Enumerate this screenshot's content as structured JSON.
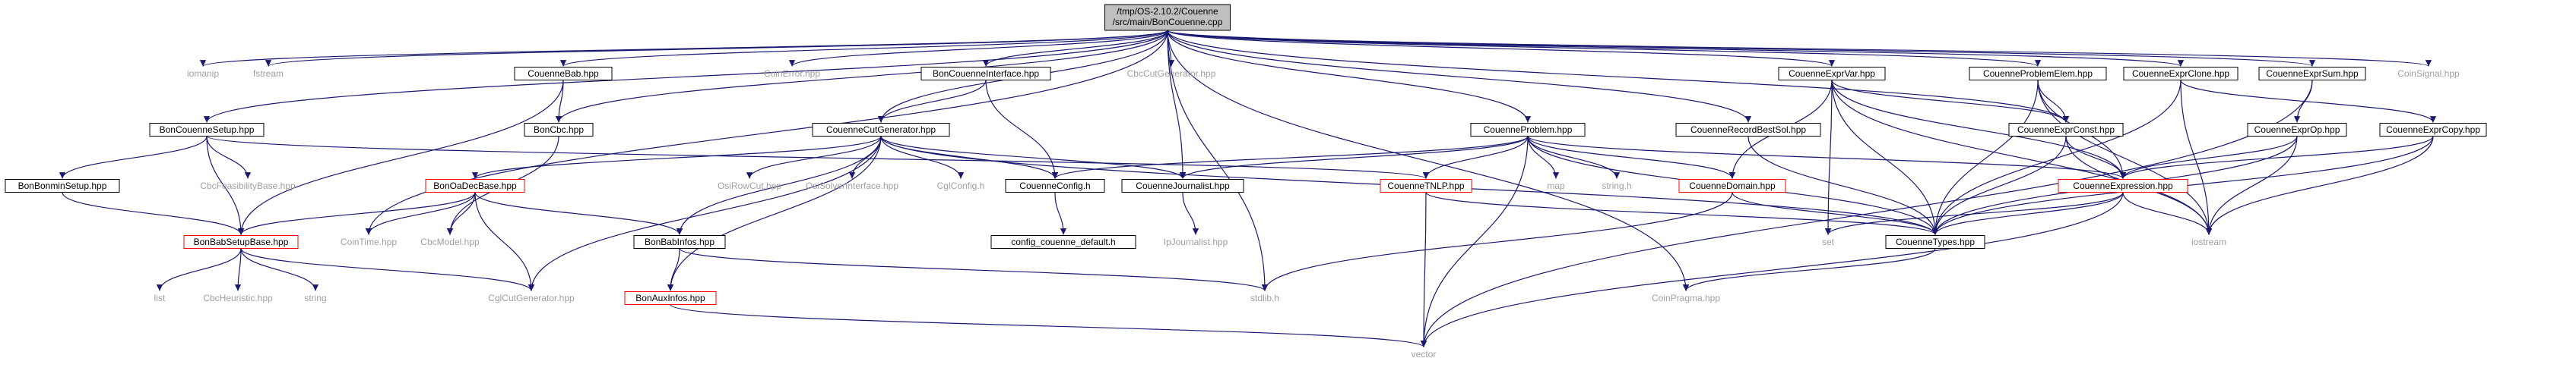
{
  "graph": {
    "root": {
      "line1": "/tmp/OS-2.10.2/Couenne",
      "line2": "/src/main/BonCouenne.cpp"
    },
    "nodes": {
      "iomanip": "iomanip",
      "fstream": "fstream",
      "BonCouenneSetup": "BonCouenneSetup.hpp",
      "CouenneBab": "CouenneBab.hpp",
      "CoinError": "CoinError.hpp",
      "BonCouenneInterface": "BonCouenneInterface.hpp",
      "CbcCutGenerator": "CbcCutGenerator.hpp",
      "CouenneExprVar": "CouenneExprVar.hpp",
      "CouenneProblemElem": "CouenneProblemElem.hpp",
      "CouenneExprClone": "CouenneExprClone.hpp",
      "CouenneExprSum": "CouenneExprSum.hpp",
      "CoinSignal": "CoinSignal.hpp",
      "BonCbc": "BonCbc.hpp",
      "CouenneCutGenerator": "CouenneCutGenerator.hpp",
      "CouenneProblem": "CouenneProblem.hpp",
      "CouenneRecordBestSol": "CouenneRecordBestSol.hpp",
      "CouenneExprConst": "CouenneExprConst.hpp",
      "CouenneExprOp": "CouenneExprOp.hpp",
      "CouenneExprCopy": "CouenneExprCopy.hpp",
      "BonBonminSetup": "BonBonminSetup.hpp",
      "CbcFeasibilityBase": "CbcFeasibilityBase.hpp",
      "BonOaDecBase": "BonOaDecBase.hpp",
      "OsiRowCut": "OsiRowCut.hpp",
      "OsiSolverInterface": "OsiSolverInterface.hpp",
      "CglConfig": "CglConfig.h",
      "CouenneConfig": "CouenneConfig.h",
      "CouenneJournalist": "CouenneJournalist.hpp",
      "CouenneTNLP": "CouenneTNLP.hpp",
      "map": "map",
      "string_h": "string.h",
      "CouenneDomain": "CouenneDomain.hpp",
      "CouenneExpression": "CouenneExpression.hpp",
      "BonBabSetupBase": "BonBabSetupBase.hpp",
      "CoinTime": "CoinTime.hpp",
      "CbcModel": "CbcModel.hpp",
      "BonBabInfos": "BonBabInfos.hpp",
      "config_couenne_default": "config_couenne_default.h",
      "IpJournalist": "IpJournalist.hpp",
      "set": "set",
      "CouenneTypes": "CouenneTypes.hpp",
      "iostream": "iostream",
      "list": "list",
      "CbcHeuristic": "CbcHeuristic.hpp",
      "string": "string",
      "CglCutGenerator": "CglCutGenerator.hpp",
      "BonAuxInfos": "BonAuxInfos.hpp",
      "stdlib_h": "stdlib.h",
      "CoinPragma": "CoinPragma.hpp",
      "vector": "vector"
    }
  },
  "colors": {
    "edge": "#191970",
    "root_fill": "#bfbfbf",
    "normal_border": "#000000",
    "incomplete_border": "#ff0000",
    "missing_text": "#a0a0a0"
  }
}
